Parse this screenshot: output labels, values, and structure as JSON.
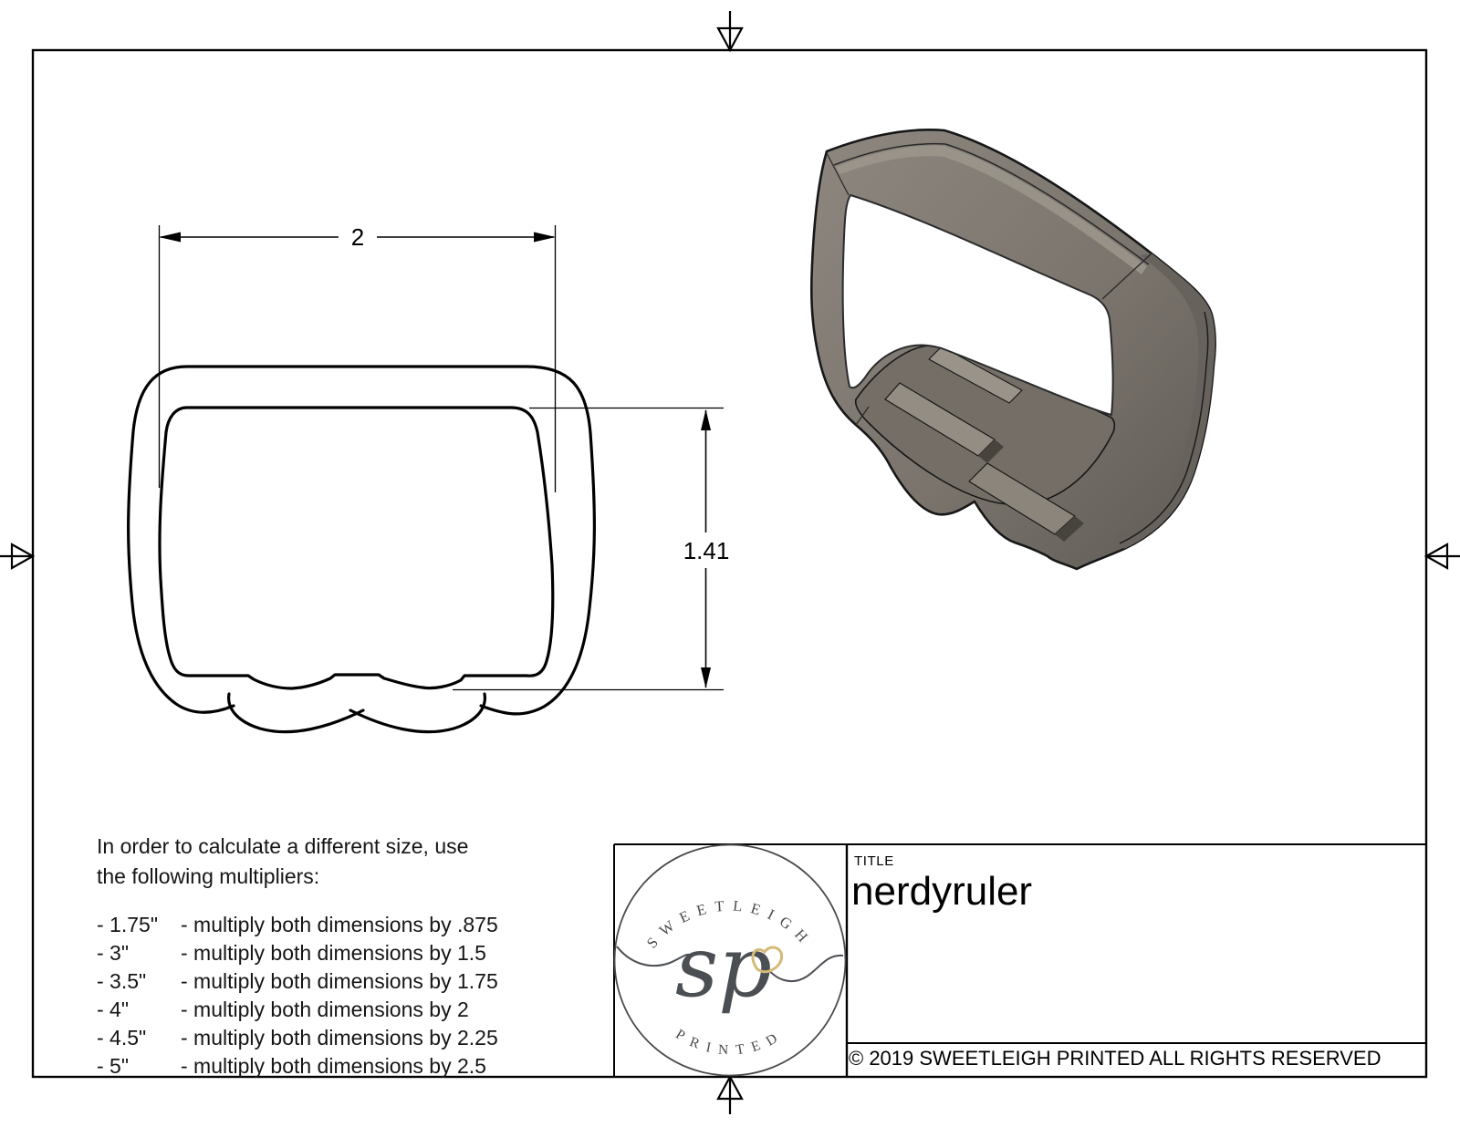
{
  "sheet": {
    "background": "#ffffff",
    "ink": "#000000"
  },
  "drawing": {
    "width_dim": "2",
    "height_dim": "1.41"
  },
  "instructions": {
    "heading_line1": "In order to calculate a different size, use",
    "heading_line2": "the following multipliers:",
    "rows": [
      {
        "size": "- 1.75\"",
        "rule": "- multiply both dimensions by .875"
      },
      {
        "size": "- 3\"",
        "rule": "- multiply both dimensions by 1.5"
      },
      {
        "size": "- 3.5\"",
        "rule": "- multiply both dimensions by 1.75"
      },
      {
        "size": "- 4\"",
        "rule": "- multiply both dimensions by 2"
      },
      {
        "size": "- 4.5\"",
        "rule": "- multiply both dimensions by 2.25"
      },
      {
        "size": "- 5\"",
        "rule": "- multiply both dimensions by 2.5"
      }
    ]
  },
  "title_block": {
    "label": "TITLE",
    "title": "nerdyruler",
    "copyright": "© 2019  SWEETLEIGH PRINTED  ALL RIGHTS RESERVED"
  },
  "logo": {
    "arc_top": "SWEETLEIGH",
    "arc_bottom": "PRINTED",
    "monogram": "sp",
    "ink": "#4b4e53",
    "heart_color": "#d3ba77"
  },
  "render3d": {
    "body_color": "#7a746d",
    "body_light": "#9c968d",
    "body_dark": "#5f5a54",
    "wall_color": "#746e67",
    "step_light": "#948d83",
    "step_dark": "#47433d",
    "outline_color": "#171717"
  }
}
